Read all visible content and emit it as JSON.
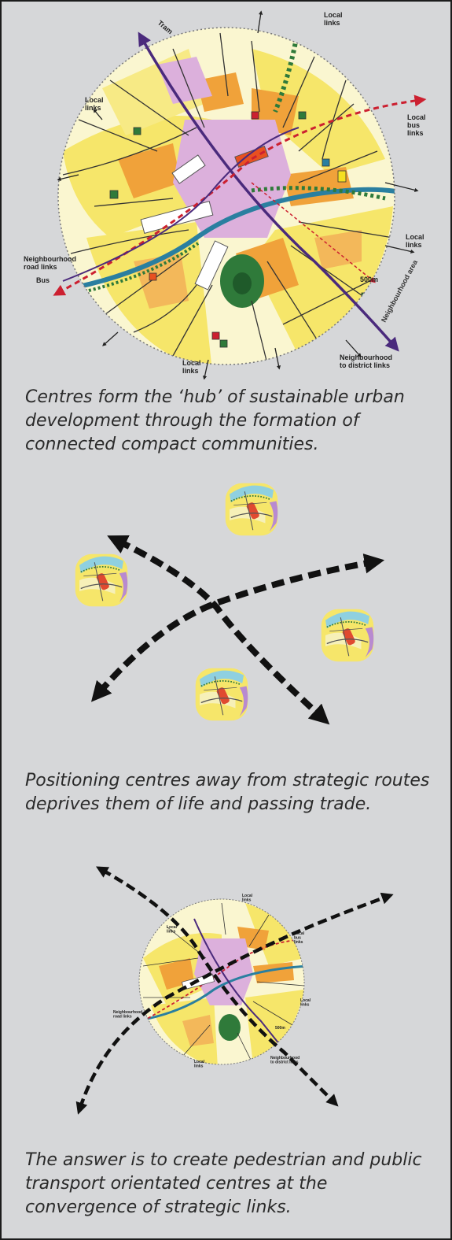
{
  "figure1": {
    "labels": {
      "tram": "Tram",
      "local_links_top": "Local\nlinks",
      "local_links_upper_left": "Local\nlinks",
      "local_bus_links": "Local\nbus\nlinks",
      "local_links_right": "Local\nlinks",
      "neighbourhood_road_links": "Neighbourhood\nroad links",
      "bus": "Bus",
      "distance": "500m",
      "neighbourhood_area": "Neighbourhood area",
      "neighbourhood_to_district": "Neighbourhood\nto district links",
      "local_links_bottom": "Local\nlinks"
    },
    "caption": "Centres form the ‘hub’ of sustainable urban development through the formation of connected compact communities."
  },
  "figure2": {
    "caption": "Positioning centres away from strategic routes deprives them of life and passing trade."
  },
  "figure3": {
    "labels": {
      "local_links_top": "Local\nlinks",
      "local_links_left": "Local\nlinks",
      "local_bus_links": "Local\nbus\nlinks",
      "neighbourhood_road_links": "Neighbourhood\nroad links",
      "local_links_right": "Local\nlinks",
      "distance": "500m",
      "local_links_bottom": "Local\nlinks",
      "neighbourhood_to_district": "Neighbourhood\nto district links"
    },
    "caption": "The answer is to create pedestrian and public transport orientated centres at the convergence of strategic links."
  },
  "colors": {
    "panel_bg": "#d6d7d9",
    "border": "#1c1c1c",
    "caption_text": "#2a2a2a",
    "yellow": "#f6e66a",
    "orange": "#f0a23a",
    "pink": "#dcb0dc",
    "tram_purple": "#4a2a7c",
    "bus_red": "#cc2030",
    "river_blue": "#2a7fa0",
    "park_green": "#2f7a3a"
  },
  "icons": [
    "neighbourhood-map-thumbnail-icon",
    "dashed-arrow-icon"
  ]
}
